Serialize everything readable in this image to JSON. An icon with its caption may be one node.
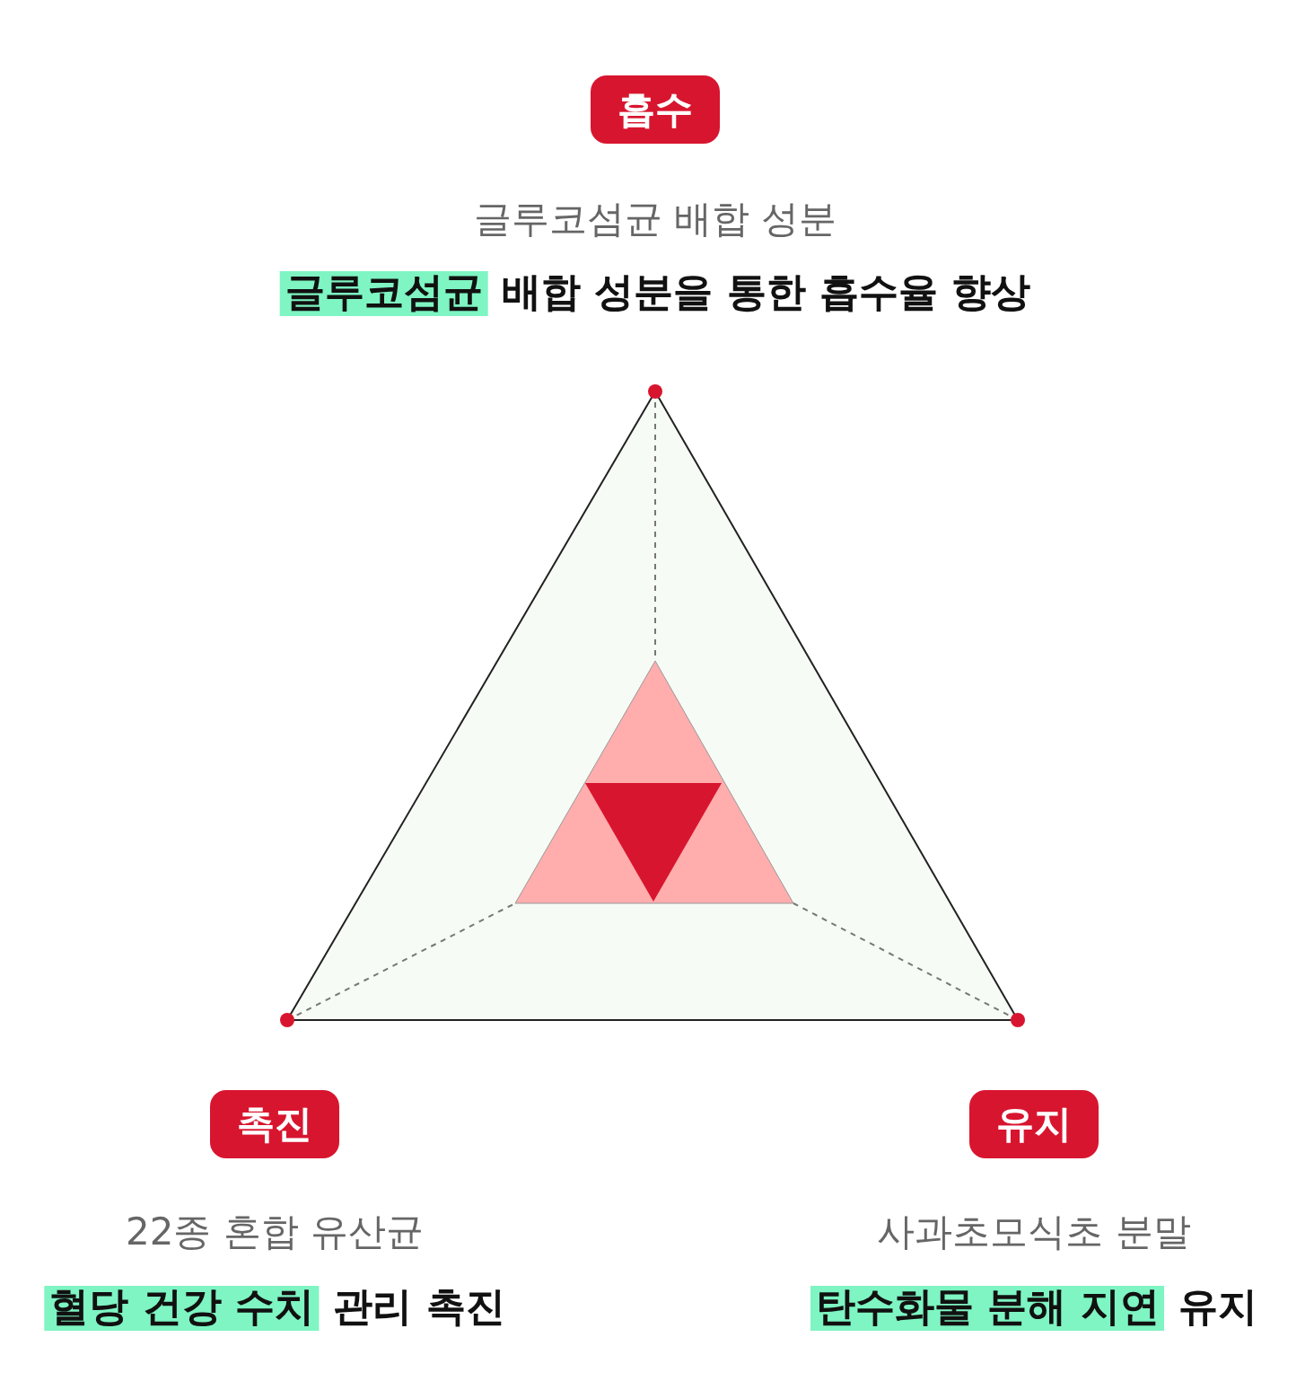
{
  "diagram": {
    "nodes": [
      {
        "text": [
          "흡수"
        ],
        "beside": [
          "글루코섬균 배합 성분",
          "**글루코섬균** 배합 성분을 통한 흡수율 향상"
        ]
      },
      {
        "text": [
          "촉진"
        ],
        "beside": [
          "22종 혼합 유산균",
          "**혈당 건강 수치** 관리 촉진"
        ]
      },
      {
        "text": [
          "유지"
        ],
        "beside": [
          "사과초모식초 분말",
          "**탄수화물 분해 지연** 유지"
        ]
      }
    ],
    "edges": []
  }
}
